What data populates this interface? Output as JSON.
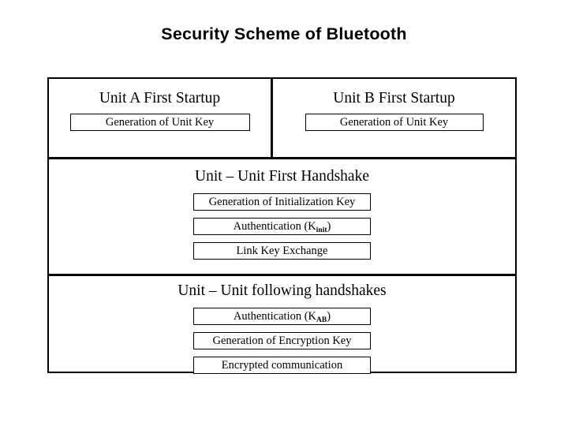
{
  "slide": {
    "title": "Security Scheme of Bluetooth",
    "background_color": "#ffffff",
    "line_color": "#000000"
  },
  "diagram": {
    "startup_row": {
      "panels": [
        {
          "heading": "Unit A First Startup",
          "steps": [
            {
              "label": "Generation of Unit Key"
            }
          ]
        },
        {
          "heading": "Unit B First Startup",
          "steps": [
            {
              "label": "Generation of Unit Key"
            }
          ]
        }
      ]
    },
    "sections": [
      {
        "heading": "Unit – Unit First Handshake",
        "steps": [
          {
            "label": "Generation of Initialization Key",
            "base": "Generation of Initialization Key",
            "subscript": ""
          },
          {
            "label": "Authentication (Kinit)",
            "base": "Authentication (K",
            "subscript": "init",
            "suffix": ")"
          },
          {
            "label": "Link Key Exchange",
            "base": "Link Key Exchange",
            "subscript": ""
          }
        ]
      },
      {
        "heading": "Unit – Unit following handshakes",
        "steps": [
          {
            "label": "Authentication (KAB)",
            "base": "Authentication (K",
            "subscript": "AB",
            "suffix": ")"
          },
          {
            "label": "Generation of Encryption Key",
            "base": "Generation of Encryption Key",
            "subscript": ""
          },
          {
            "label": "Encrypted communication",
            "base": "Encrypted communication",
            "subscript": ""
          }
        ]
      }
    ]
  }
}
